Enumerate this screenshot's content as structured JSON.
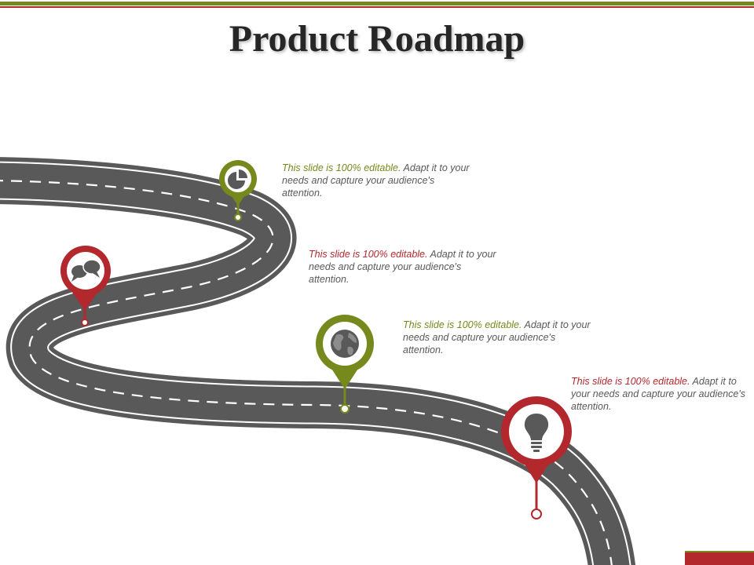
{
  "title": "Product Roadmap",
  "colors": {
    "olive": "#76891d",
    "red": "#b3282d",
    "road": "#595959",
    "lane": "#ffffff"
  },
  "milestones": [
    {
      "color": "#76891d",
      "icon": "pie-chart-icon",
      "highlight": "This slide is 100% editable.",
      "body": " Adapt it to your needs and capture your audience's attention."
    },
    {
      "color": "#b3282d",
      "icon": "chat-bubbles-icon",
      "highlight": "This slide is 100% editable.",
      "body": " Adapt it to your needs and capture your audience's attention."
    },
    {
      "color": "#76891d",
      "icon": "globe-icon",
      "highlight": "This slide is 100% editable.",
      "body": " Adapt it to your needs and capture your audience's attention."
    },
    {
      "color": "#b3282d",
      "icon": "lightbulb-icon",
      "highlight": "This slide is 100% editable.",
      "body": " Adapt it to your needs and capture your audience's attention."
    }
  ]
}
